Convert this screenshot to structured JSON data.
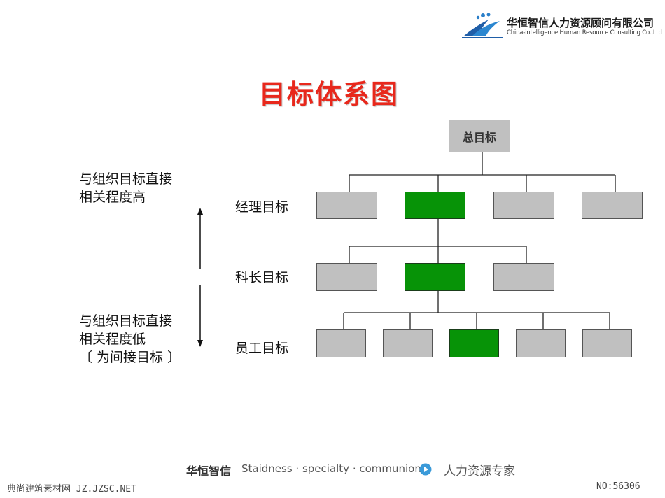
{
  "header": {
    "company_name_cn": "华恒智信人力资源顾问有限公司",
    "company_name_en": "China-intelligence Human Resource Consulting Co.,Ltd",
    "logo_icon": "sailing-wave-logo"
  },
  "title": "目标体系图",
  "diagram": {
    "top_node": "总目标",
    "levels": [
      {
        "label": "经理目标",
        "box_count": 4,
        "highlight_index": 1
      },
      {
        "label": "科长目标",
        "box_count": 3,
        "highlight_index": 1
      },
      {
        "label": "员工目标",
        "box_count": 5,
        "highlight_index": 2
      }
    ],
    "colors": {
      "box_normal": "#c0c0c0",
      "box_highlight": "#079307",
      "title": "#e8281c"
    }
  },
  "side_notes": {
    "high": [
      "与组织目标直接",
      "相关程度高"
    ],
    "low": [
      "与组织目标直接",
      "相关程度低",
      "〔 为间接目标 〕"
    ]
  },
  "footer": {
    "brand": "华恒智信",
    "slogan": "Staidness · specialty · communion",
    "tagline": "人力资源专家",
    "play_icon": "play-circle-icon"
  },
  "watermarks": {
    "left": "典尚建筑素材网 JZ.JZSC.NET",
    "right": "NO:56306"
  }
}
